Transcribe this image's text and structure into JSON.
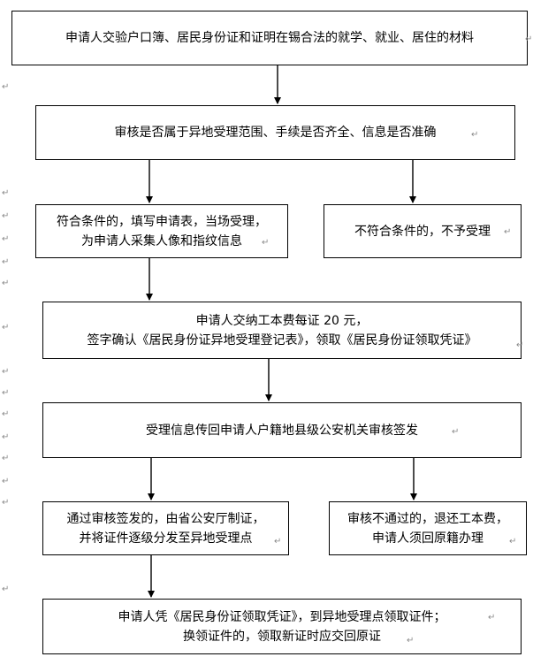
{
  "nodes": {
    "step1": [
      "申请人交验户口簿、居民身份证和证明在锡合法的就学、就业、居住的材料"
    ],
    "step2": [
      "审核是否属于异地受理范围、手续是否齐全、信息是否准确"
    ],
    "accept": [
      "符合条件的，填写申请表，当场受理，",
      "为申请人采集人像和指纹信息"
    ],
    "reject": [
      "不符合条件的，不予受理"
    ],
    "step4": [
      "申请人交纳工本费每证 20 元，",
      "签字确认《居民身份证异地受理登记表》，领取《居民身份证领取凭证》"
    ],
    "step5": [
      "受理信息传回申请人户籍地县级公安机关审核签发"
    ],
    "approved": [
      "通过审核签发的，由省公安厅制证，",
      "并将证件逐级分发至异地受理点"
    ],
    "denied": [
      "审核不通过的，退还工本费，",
      "申请人须回原籍办理"
    ],
    "final": [
      "申请人凭《居民身份证领取凭证》，到异地受理点领取证件；",
      "换领证件的，领取新证时应交回原证"
    ]
  },
  "paragraph_mark": "↵"
}
